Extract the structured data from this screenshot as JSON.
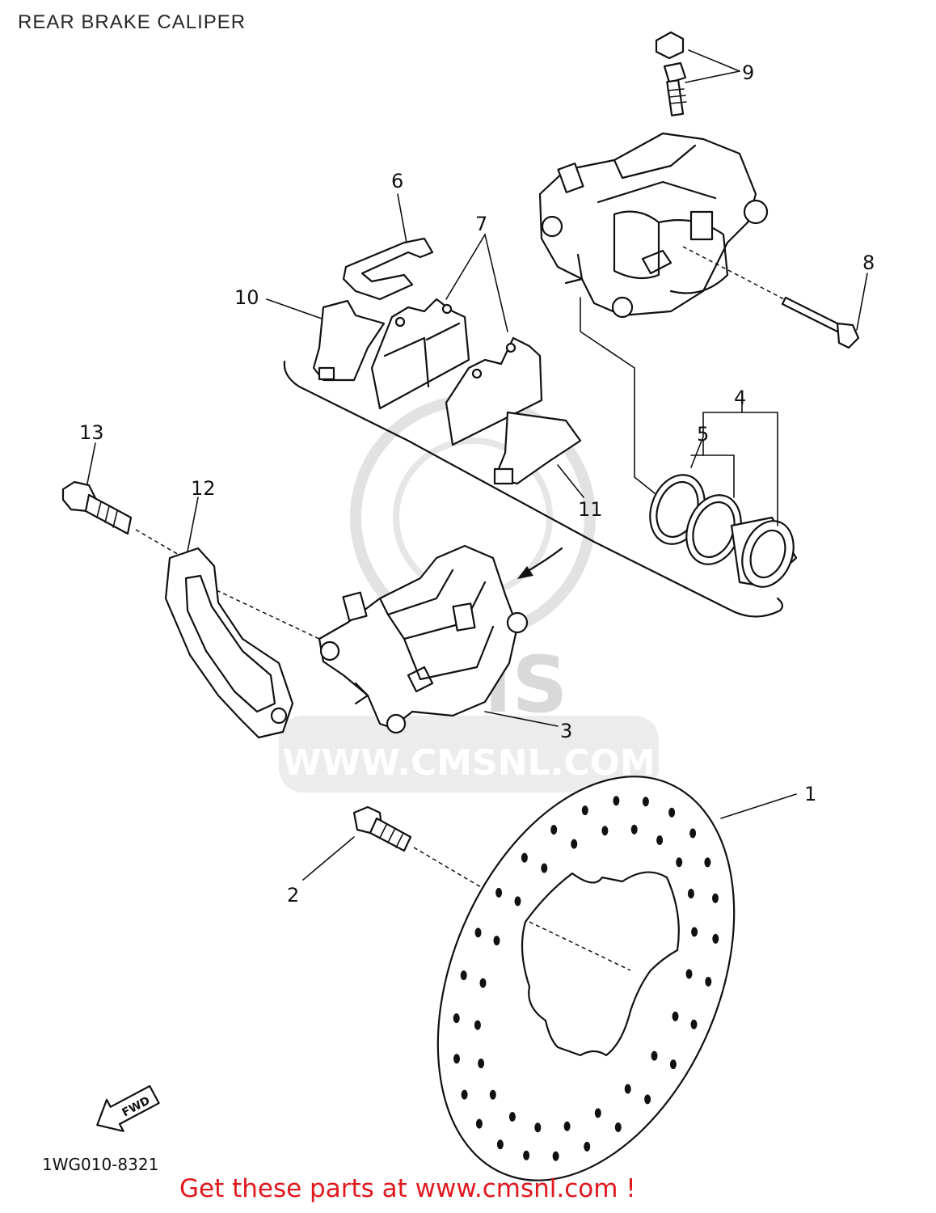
{
  "title": "REAR BRAKE CALIPER",
  "watermark": {
    "brand": "CMS",
    "url": "WWW.CMSNL.COM"
  },
  "callouts": {
    "c1": "1",
    "c2": "2",
    "c3": "3",
    "c4": "4",
    "c5": "5",
    "c6": "6",
    "c7": "7",
    "c8": "8",
    "c9": "9",
    "c10": "10",
    "c11": "11",
    "c12": "12",
    "c13": "13"
  },
  "fwd_label": "FWD",
  "diagram_code": "1WG010-8321",
  "promo": "Get these parts at www.cmsnl.com !",
  "colors": {
    "line": "#111111",
    "promo": "#e0191e",
    "watermark": "#d9d9d9"
  }
}
